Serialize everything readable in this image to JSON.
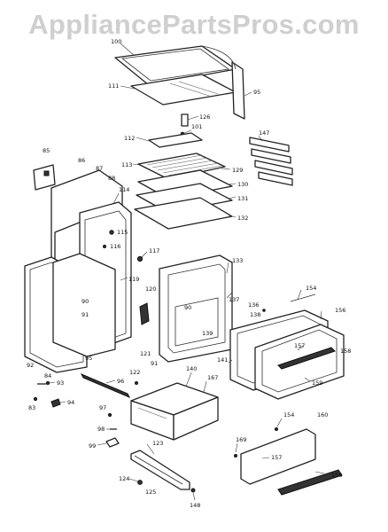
{
  "watermark": "AppliancePartsPros.com",
  "callouts": {
    "c100": "100",
    "c111": "111",
    "c95_top": "95",
    "c126": "126",
    "c101": "101",
    "c147": "147",
    "c112": "112",
    "c113": "113",
    "c129": "129",
    "c130": "130",
    "c131": "131",
    "c132": "132",
    "c85": "85",
    "c86": "86",
    "c87": "87",
    "c88": "88",
    "c114": "114",
    "c115": "115",
    "c116": "116",
    "c117": "117",
    "c133": "133",
    "c119": "119",
    "c120": "120",
    "c90_left": "90",
    "c91_left": "91",
    "c90_door": "90",
    "c137": "137",
    "c136": "136",
    "c138": "138",
    "c154_top": "154",
    "c156": "156",
    "c139": "139",
    "c157_top": "157",
    "c158_top": "158",
    "c121": "121",
    "c91_door": "91",
    "c141": "141",
    "c159": "159",
    "c92": "92",
    "c95_side": "95",
    "c84": "84",
    "c93": "93",
    "c83": "83",
    "c94": "94",
    "c96": "96",
    "c122": "122",
    "c140": "140",
    "c167": "167",
    "c97": "97",
    "c98": "98",
    "c154_bot": "154",
    "c160": "160",
    "c169": "169",
    "c99": "99",
    "c123": "123",
    "c157_bot": "157",
    "c124": "124",
    "c125": "125",
    "c148": "148",
    "c158_bot": "158"
  }
}
